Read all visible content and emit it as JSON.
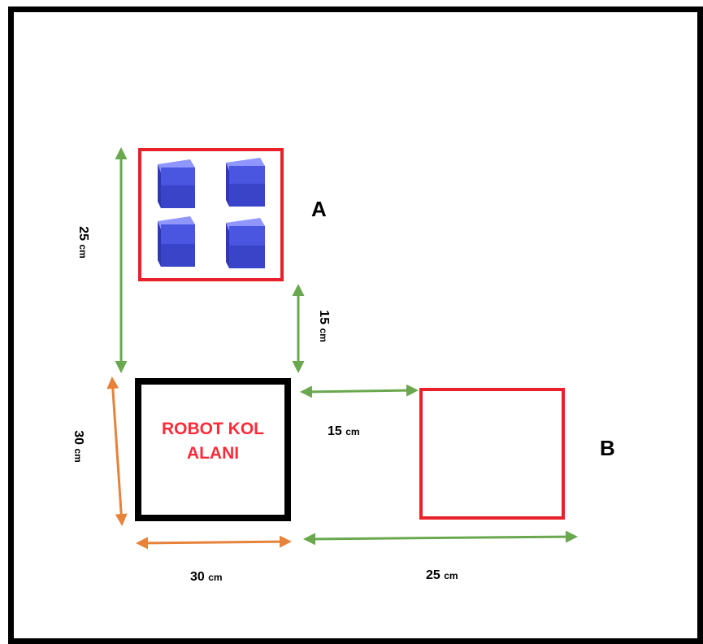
{
  "zones": {
    "a": {
      "label": "A"
    },
    "b": {
      "label": "B"
    },
    "robot": {
      "line1": "ROBOT KOL",
      "line2": "ALANI"
    }
  },
  "dimensions": {
    "a_height": {
      "value": "25",
      "unit": "cm"
    },
    "a_gap": {
      "value": "15",
      "unit": "cm"
    },
    "robot_height": {
      "value": "30",
      "unit": "cm"
    },
    "robot_width": {
      "value": "30",
      "unit": "cm"
    },
    "b_gap": {
      "value": "15",
      "unit": "cm"
    },
    "b_width": {
      "value": "25",
      "unit": "cm"
    }
  },
  "colors": {
    "zone_border": "#e8202a",
    "robot_border": "#000000",
    "arrow_green": "#6aa84f",
    "arrow_orange": "#e6823a",
    "cube": "#4a55e0"
  }
}
